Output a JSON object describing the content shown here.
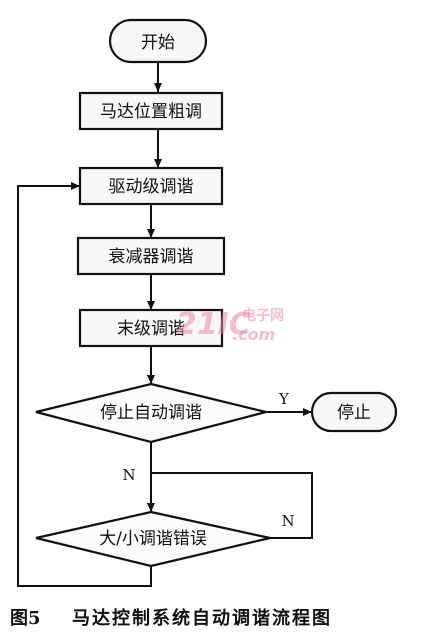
{
  "flowchart": {
    "start": "开始",
    "coarse": "马达位置粗调",
    "driver": "驱动级调谐",
    "attenuator": "衰减器调谐",
    "final": "末级调谐",
    "stop_decision": "停止自动调谐",
    "stop": "停止",
    "error_decision": "大/小调谐错误",
    "yes": "Y",
    "no_main": "N",
    "no_loop": "N"
  },
  "caption": {
    "figure": "图5",
    "title": "马达控制系统自动调谐流程图"
  },
  "watermark": {
    "logo": "21IC",
    "site": "电子网",
    "domain": ".com",
    "color": "#e98aa8"
  }
}
